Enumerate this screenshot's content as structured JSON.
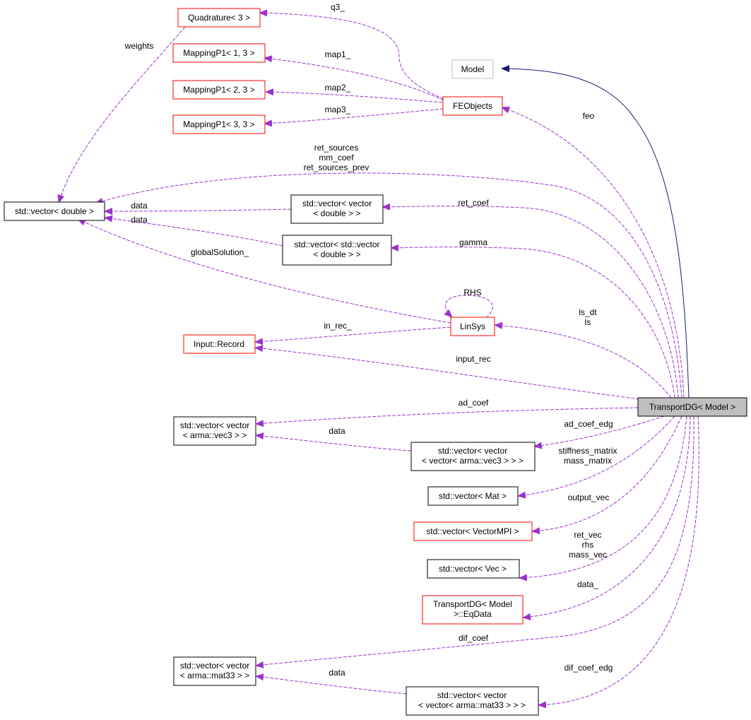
{
  "colors": {
    "dashed_edge": "#9a32cd",
    "solid_edge": "#191970",
    "red_border": "#ff0000",
    "black_border": "#000000",
    "grey_border": "#bfbfbf",
    "focus_fill": "#bfbfbf"
  },
  "nodes": {
    "quadrature": {
      "lines": [
        "Quadrature< 3 >"
      ]
    },
    "mapping13": {
      "lines": [
        "MappingP1< 1, 3 >"
      ]
    },
    "mapping23": {
      "lines": [
        "MappingP1< 2, 3 >"
      ]
    },
    "mapping33": {
      "lines": [
        "MappingP1< 3, 3 >"
      ]
    },
    "model": {
      "lines": [
        "Model"
      ]
    },
    "feobjects": {
      "lines": [
        "FEObjects"
      ]
    },
    "vecdouble": {
      "lines": [
        "std::vector< double >"
      ]
    },
    "vecvecdouble": {
      "lines": [
        "std::vector< vector",
        "< double > >"
      ]
    },
    "vecstdvecdouble": {
      "lines": [
        "std::vector< std::vector",
        "< double > >"
      ]
    },
    "linsys": {
      "lines": [
        "LinSys"
      ]
    },
    "inputrecord": {
      "lines": [
        "Input::Record"
      ]
    },
    "transportdg": {
      "lines": [
        "TransportDG< Model >"
      ]
    },
    "vecvecvec3": {
      "lines": [
        "std::vector< vector",
        "< arma::vec3 > >"
      ]
    },
    "vecvecvecvec3": {
      "lines": [
        "std::vector< vector",
        "< vector< arma::vec3 > > >"
      ]
    },
    "vecmat": {
      "lines": [
        "std::vector< Mat >"
      ]
    },
    "vecvectormpi": {
      "lines": [
        "std::vector< VectorMPI >"
      ]
    },
    "vecvec": {
      "lines": [
        "std::vector< Vec >"
      ]
    },
    "eqdata": {
      "lines": [
        "TransportDG< Model",
        ">::EqData"
      ]
    },
    "vecvecmat33": {
      "lines": [
        "std::vector< vector",
        "< arma::mat33 > >"
      ]
    },
    "vecvecvecmat33": {
      "lines": [
        "std::vector< vector",
        "< vector< arma::mat33 > > >"
      ]
    }
  },
  "edge_labels": {
    "q3": [
      "q3_"
    ],
    "weights": [
      "weights"
    ],
    "map1": [
      "map1_"
    ],
    "map2": [
      "map2_"
    ],
    "map3": [
      "map3_"
    ],
    "feo": [
      "feo"
    ],
    "ret_sources": [
      "ret_sources",
      "mm_coef",
      "ret_sources_prev"
    ],
    "data1": [
      "data"
    ],
    "data2": [
      "data"
    ],
    "ret_coef": [
      "ret_coef"
    ],
    "gamma": [
      "gamma"
    ],
    "global_solution": [
      "globalSolution_"
    ],
    "rhs": [
      "RHS"
    ],
    "ls": [
      "ls_dt",
      "ls"
    ],
    "in_rec": [
      "in_rec_"
    ],
    "input_rec": [
      "input_rec"
    ],
    "ad_coef": [
      "ad_coef"
    ],
    "data3": [
      "data"
    ],
    "ad_coef_edg": [
      "ad_coef_edg"
    ],
    "stiffness": [
      "stiffness_matrix",
      "mass_matrix"
    ],
    "output_vec": [
      "output_vec"
    ],
    "ret_vec": [
      "ret_vec",
      "rhs",
      "mass_vec"
    ],
    "data_": [
      "data_"
    ],
    "dif_coef": [
      "dif_coef"
    ],
    "data4": [
      "data"
    ],
    "dif_coef_edg": [
      "dif_coef_edg"
    ]
  }
}
